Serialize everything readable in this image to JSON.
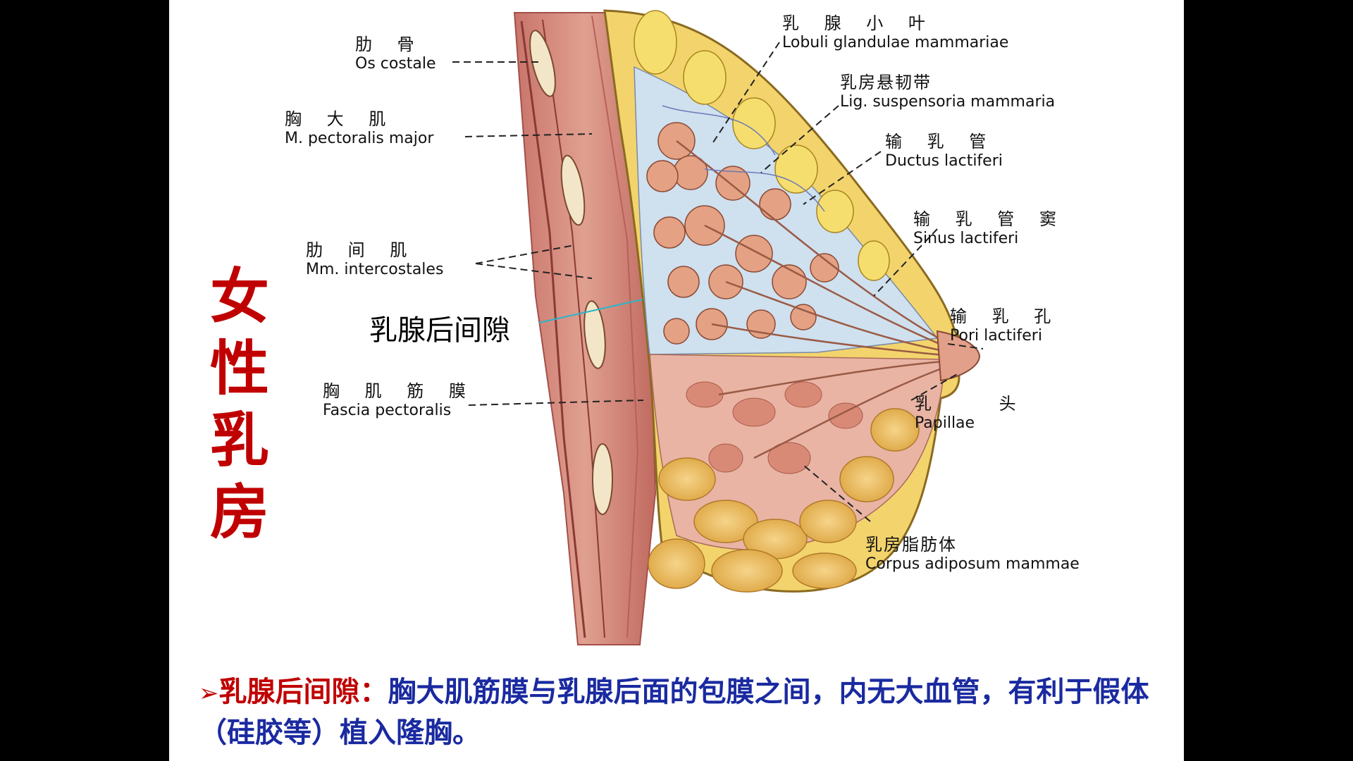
{
  "colors": {
    "title_red": "#c00000",
    "note_term": "#c00000",
    "note_body": "#1a2aa0",
    "retromammary_line": "#2bb5c9"
  },
  "title_chars": [
    "女",
    "性",
    "乳",
    "房"
  ],
  "labels": {
    "os_costale": {
      "cn": "肋 骨",
      "la": "Os costale"
    },
    "pectoralis_major": {
      "cn": "胸 大 肌",
      "la": "M. pectoralis major"
    },
    "intercostales": {
      "cn": "肋 间 肌",
      "la": "Mm. intercostales"
    },
    "fascia_pectoralis": {
      "cn": "胸 肌 筋 膜",
      "la": "Fascia pectoralis"
    },
    "lobuli": {
      "cn": "乳 腺 小 叶",
      "la": "Lobuli glandulae mammariae"
    },
    "lig_suspensoria": {
      "cn": "乳房悬韧带",
      "la": "Lig. suspensoria mammaria"
    },
    "ductus": {
      "cn": "输 乳 管",
      "la": "Ductus lactiferi"
    },
    "sinus": {
      "cn": "输 乳 管 窦",
      "la": "Sinus lactiferi"
    },
    "pori": {
      "cn": "输 乳 孔",
      "la": "Pori lactiferi"
    },
    "papillae": {
      "cn": "乳 头",
      "la": "Papillae"
    },
    "corpus": {
      "cn": "乳房脂肪体",
      "la": "Corpus adiposum mammae"
    }
  },
  "retromammary_space_label": "乳腺后间隙",
  "note": {
    "bullet": "➢",
    "term": "乳腺后间隙：",
    "text": "胸大肌筋膜与乳腺后面的包膜之间，内无大血管，有利于假体（硅胶等）植入隆胸。"
  }
}
